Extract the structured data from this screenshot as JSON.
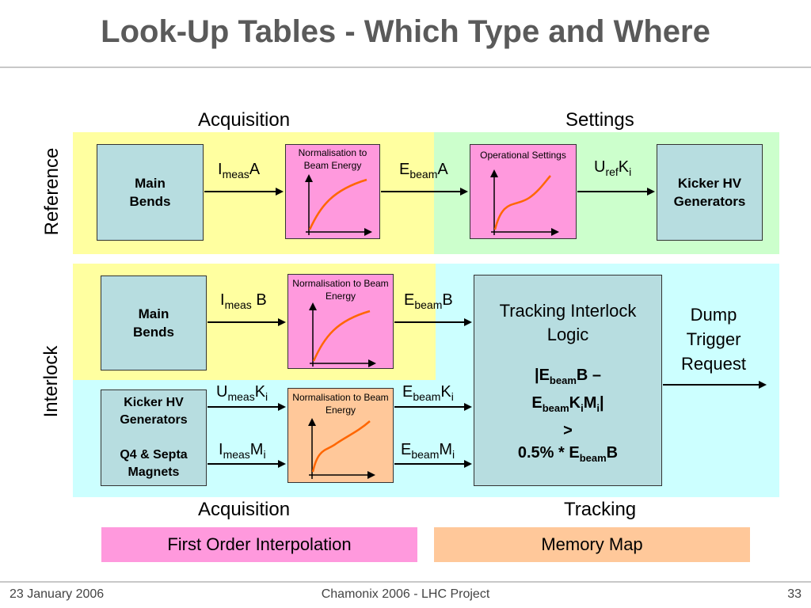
{
  "title": "Look-Up Tables - Which Type and Where",
  "columns": {
    "acquisition_top": "Acquisition",
    "settings": "Settings",
    "acquisition_bottom": "Acquisition",
    "tracking": "Tracking"
  },
  "rows": {
    "reference": "Reference",
    "interlock": "Interlock"
  },
  "reference_row": {
    "main_bends": "Main\nBends",
    "lut1_title": "Normalisation to Beam Energy",
    "lut2_title": "Operational Settings",
    "kicker": "Kicker HV\nGenerators",
    "sig_imeas_a": {
      "main": "I",
      "sub": "meas",
      "tail": "A"
    },
    "sig_ebeam_a": {
      "main": "E",
      "sub": "beam",
      "tail": "A"
    },
    "sig_uref_ki": {
      "main": "U",
      "sub": "ref",
      "tail": "K",
      "tail_sub": "i"
    }
  },
  "interlock_row": {
    "main_bends": "Main\nBends",
    "lut3_title": "Normalisation to Beam Energy",
    "lut4_title": "Normalisation to Beam Energy",
    "kicker_q4": "Kicker HV\nGenerators\n\nQ4 & Septa\nMagnets",
    "sig_imeas_b": {
      "main": "I",
      "sub": "meas",
      "tail": " B"
    },
    "sig_ebeam_b": {
      "main": "E",
      "sub": "beam",
      "tail": "B"
    },
    "sig_umeas_ki": {
      "main": "U",
      "sub": "meas",
      "tail": "K",
      "tail_sub": "i"
    },
    "sig_ebeam_ki": {
      "main": "E",
      "sub": "beam",
      "tail": "K",
      "tail_sub": "i"
    },
    "sig_imeas_mi": {
      "main": "I",
      "sub": "meas",
      "tail": "M",
      "tail_sub": "i"
    },
    "sig_ebeam_mi": {
      "main": "E",
      "sub": "beam",
      "tail": "M",
      "tail_sub": "i"
    },
    "tracking_title": "Tracking Interlock Logic",
    "dump": "Dump\nTrigger\nRequest"
  },
  "legend": {
    "first_order": "First Order Interpolation",
    "memory_map": "Memory Map"
  },
  "footer": {
    "date": "23 January 2006",
    "center": "Chamonix 2006 - LHC Project",
    "page": "33"
  },
  "colors": {
    "yellow": "#ffffa0",
    "green": "#ccffcc",
    "cyan": "#ccffff",
    "pink": "#ff99dd",
    "peach": "#ffc89a",
    "teal": "#b7dde0",
    "curve": "#ff6600"
  }
}
